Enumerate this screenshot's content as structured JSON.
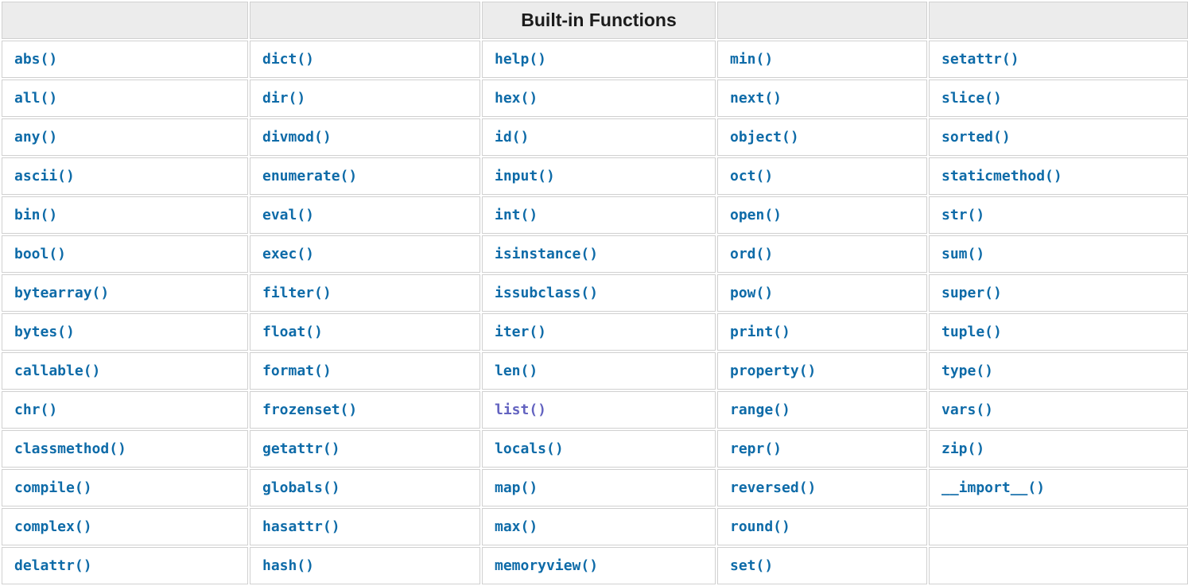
{
  "table": {
    "title": "Built-in Functions",
    "header": {
      "cells": [
        "",
        "",
        "Built-in Functions",
        "",
        ""
      ]
    },
    "rows": [
      [
        "abs()",
        "dict()",
        "help()",
        "min()",
        "setattr()"
      ],
      [
        "all()",
        "dir()",
        "hex()",
        "next()",
        "slice()"
      ],
      [
        "any()",
        "divmod()",
        "id()",
        "object()",
        "sorted()"
      ],
      [
        "ascii()",
        "enumerate()",
        "input()",
        "oct()",
        "staticmethod()"
      ],
      [
        "bin()",
        "eval()",
        "int()",
        "open()",
        "str()"
      ],
      [
        "bool()",
        "exec()",
        "isinstance()",
        "ord()",
        "sum()"
      ],
      [
        "bytearray()",
        "filter()",
        "issubclass()",
        "pow()",
        "super()"
      ],
      [
        "bytes()",
        "float()",
        "iter()",
        "print()",
        "tuple()"
      ],
      [
        "callable()",
        "format()",
        "len()",
        "property()",
        "type()"
      ],
      [
        "chr()",
        "frozenset()",
        "list()",
        "range()",
        "vars()"
      ],
      [
        "classmethod()",
        "getattr()",
        "locals()",
        "repr()",
        "zip()"
      ],
      [
        "compile()",
        "globals()",
        "map()",
        "reversed()",
        "__import__()"
      ],
      [
        "complex()",
        "hasattr()",
        "max()",
        "round()",
        ""
      ],
      [
        "delattr()",
        "hash()",
        "memoryview()",
        "set()",
        ""
      ]
    ],
    "visited_links": [
      "list()"
    ]
  },
  "colors": {
    "link": "#0e6ba8",
    "visited_link": "#6363c0",
    "border": "#d0d0d0",
    "header_bg": "#ececec",
    "header_text": "#1c1c1c",
    "cell_bg": "#ffffff"
  }
}
